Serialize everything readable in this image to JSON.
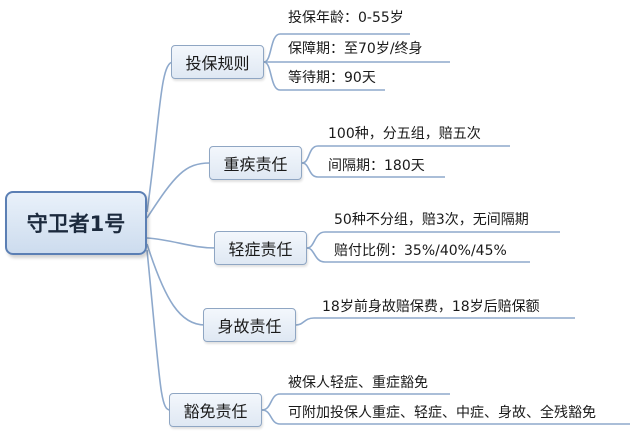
{
  "root": {
    "label": "守卫者1号"
  },
  "branches": [
    {
      "label": "投保规则",
      "items": [
        "投保年龄：0-55岁",
        "保障期：至70岁/终身",
        "等待期：90天"
      ]
    },
    {
      "label": "重疾责任",
      "items": [
        "100种，分五组，赔五次",
        "间隔期：180天"
      ]
    },
    {
      "label": "轻症责任",
      "items": [
        "50种不分组，赔3次，无间隔期",
        "赔付比例：35%/40%/45%"
      ]
    },
    {
      "label": "身故责任",
      "items": [
        "18岁前身故赔保费，18岁后赔保额"
      ]
    },
    {
      "label": "豁免责任",
      "items": [
        "被保人轻症、重症豁免",
        "可附加投保人重症、轻症、中症、身故、全残豁免"
      ]
    }
  ],
  "colors": {
    "line": "#8ea9cc",
    "root_border": "#5b7fb4",
    "branch_border": "#8fa6c3"
  }
}
